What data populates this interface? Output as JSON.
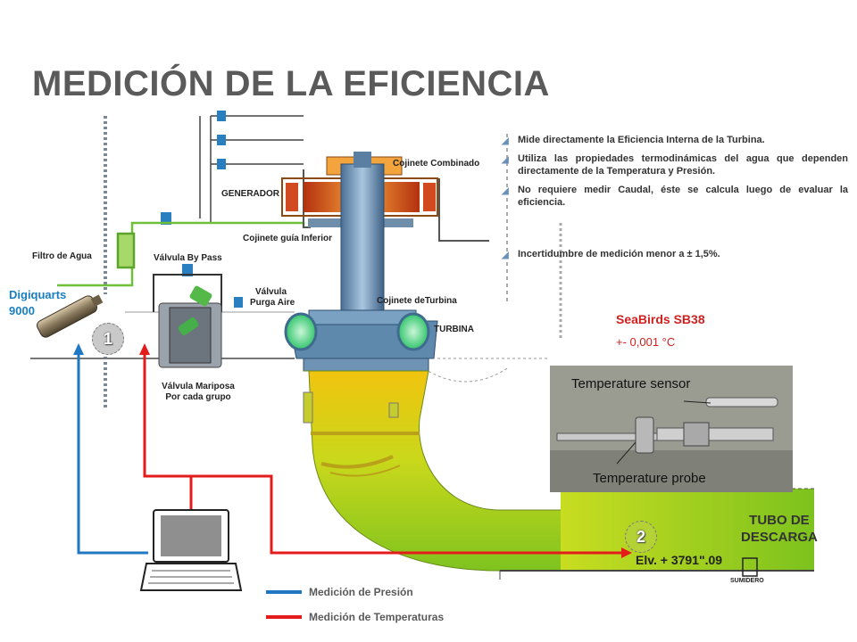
{
  "title": "MEDICIÓN DE LA EFICIENCIA",
  "labels": {
    "generador": "GENERADOR",
    "cojinete_combinado": "Cojinete Combinado",
    "cojinete_guia": "Cojinete guía Inferior",
    "filtro_agua": "Filtro de Agua",
    "valvula_bypass": "Válvula By Pass",
    "valvula_purga_1": "Válvula",
    "valvula_purga_2": "Purga Aire",
    "cojinete_turbina": "Cojinete deTurbina",
    "turbina": "TURBINA",
    "valvula_mariposa_1": "Válvula Mariposa",
    "valvula_mariposa_2": "Por cada grupo",
    "tubo_descarga_1": "TUBO DE",
    "tubo_descarga_2": "DESCARGA",
    "elevacion": "Elv. + 3791\".09",
    "sumidero": "SUMIDERO"
  },
  "bullets": [
    "Mide directamente la Eficiencia Interna de la Turbina.",
    "Utiliza las propiedades termodinámicas del agua que dependen directamente de la Temperatura y Presión.",
    "No requiere medir Caudal, éste se calcula luego de evaluar la eficiencia.",
    "Incertidumbre de medición menor a ± 1,5%."
  ],
  "sensor": {
    "name": "SeaBirds SB38",
    "spec": "+- 0,001 °C"
  },
  "digiquarts": {
    "line1": "Digiquarts",
    "line2": "9000"
  },
  "photo": {
    "caption_top": "Temperature sensor",
    "caption_bottom": "Temperature probe"
  },
  "points": [
    "1",
    "2"
  ],
  "legend": [
    {
      "label": "Medición de Presión",
      "color": "#1f78c1"
    },
    {
      "label": "Medición de Temperaturas",
      "color": "#e31b1b"
    }
  ],
  "colors": {
    "pressure": "#1f78c1",
    "temperature": "#e31b1b",
    "pipe_green": "#8cc63f",
    "rotor_orange": "#e8671c",
    "title_gray": "#5a5a5a"
  }
}
